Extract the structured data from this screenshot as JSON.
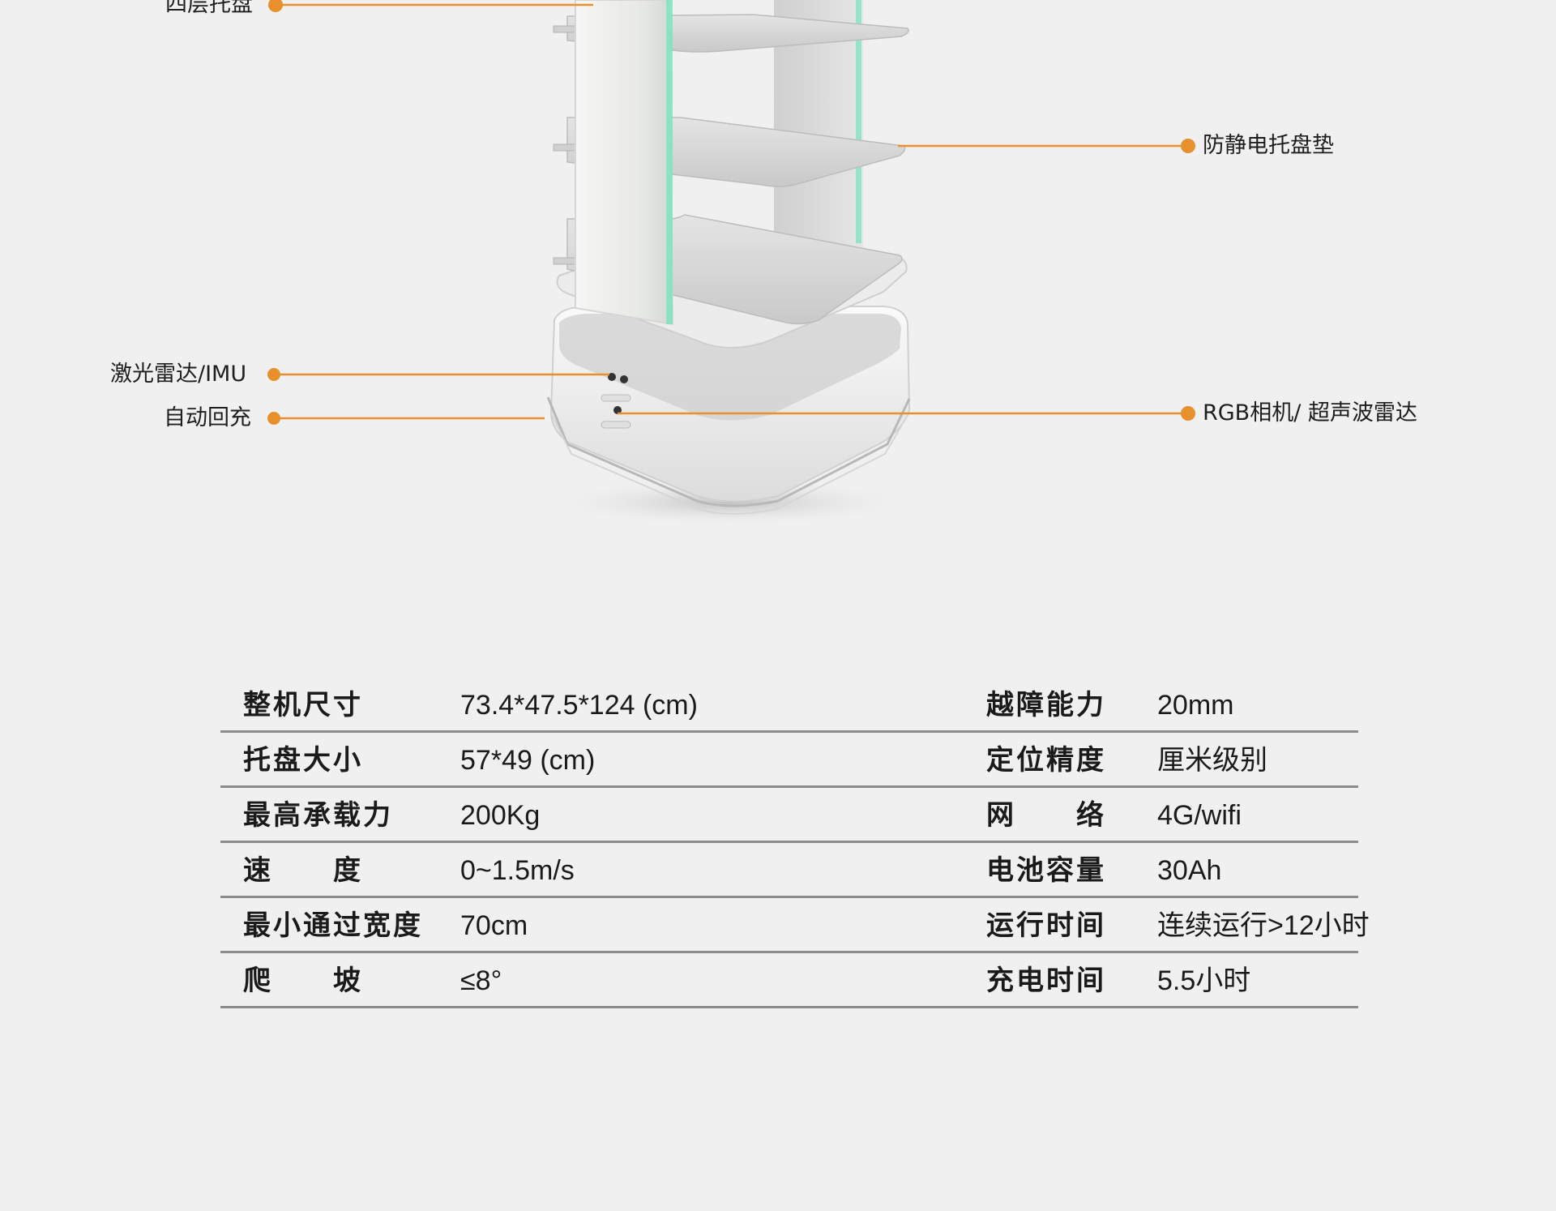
{
  "callouts": {
    "four_layer_tray": "四层托盘",
    "antistatic_tray_mat": "防静电托盘垫",
    "lidar_imu": "激光雷达/IMU",
    "auto_recharge": "自动回充",
    "rgb_camera_ultrasonic": "RGB相机/ 超声波雷达"
  },
  "colors": {
    "accent": "#e8912c",
    "background": "#f0f0f0",
    "rule": "#8c8c8c",
    "glow": "#7fe3c0"
  },
  "specs": [
    {
      "label_left": "整机尺寸",
      "value_left": "73.4*47.5*124 (cm)",
      "label_right": "越障能力",
      "value_right": "20mm"
    },
    {
      "label_left": "托盘大小",
      "value_left": "57*49 (cm)",
      "label_right": "定位精度",
      "value_right": "厘米级别"
    },
    {
      "label_left": "最高承载力",
      "value_left": "200Kg",
      "label_right": "网　　络",
      "value_right": "4G/wifi"
    },
    {
      "label_left": "速　　度",
      "value_left": "0~1.5m/s",
      "label_right": "电池容量",
      "value_right": "30Ah"
    },
    {
      "label_left": "最小通过宽度",
      "value_left": "70cm",
      "label_right": "运行时间",
      "value_right": "连续运行>12小时"
    },
    {
      "label_left": "爬　　坡",
      "value_left": "≤8°",
      "label_right": "充电时间",
      "value_right": "5.5小时"
    }
  ]
}
